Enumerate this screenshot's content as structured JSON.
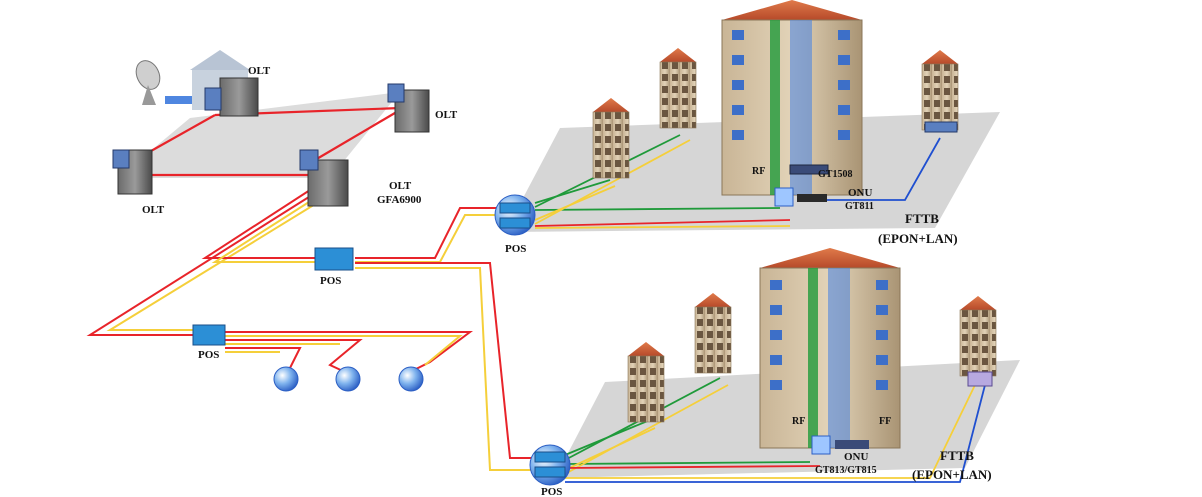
{
  "labels": {
    "olt_top": "OLT",
    "olt_right": "OLT",
    "olt_left": "OLT",
    "olt_main": "OLT",
    "olt_main_model": "GFA6900",
    "pos_top": "POS",
    "pos_mid": "POS",
    "pos_left": "POS",
    "pos_bottom": "POS",
    "onu_top": "ONU",
    "onu_top_model": "GT811",
    "switch_top_model": "GT1508",
    "rf_top": "RF",
    "fttb_top": "FTTB",
    "fttb_top_sub": "(EPON+LAN)",
    "onu_bottom": "ONU",
    "onu_bottom_model": "GT813/GT815",
    "rf_bottom": "RF",
    "ff_bottom": "FF",
    "fttb_bottom": "FTTB",
    "fttb_bottom_sub": "(EPON+LAN)"
  },
  "colors": {
    "fiber_red": "#e8242a",
    "fiber_yellow": "#f5cf3a",
    "fiber_green": "#1f9a3a",
    "fiber_blue": "#1f4fd0",
    "pos_blue": "#2c8fd6",
    "platform_gray": "#d8d8d8"
  }
}
